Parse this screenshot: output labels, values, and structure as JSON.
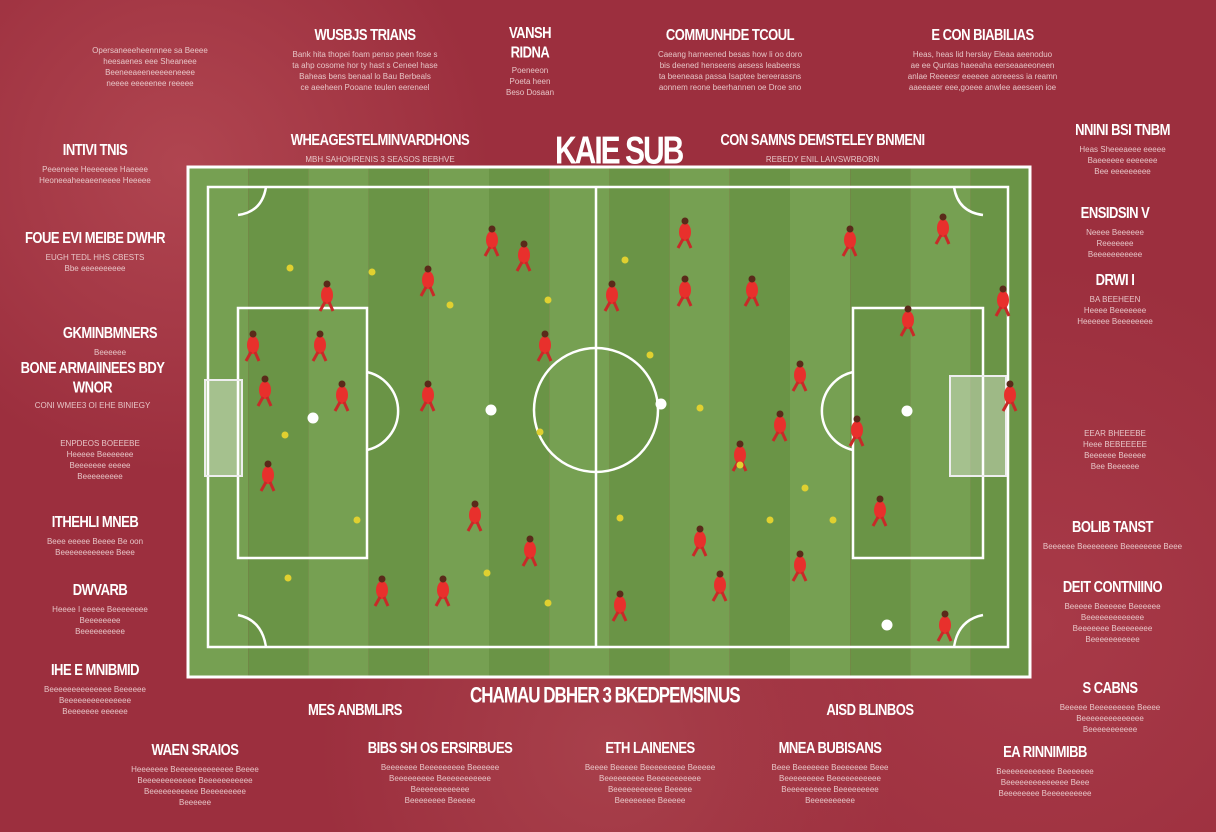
{
  "title": "KAIE SUB",
  "subtitle": "CHAMAU DBHER 3 BKEDPEMSINUS",
  "colors": {
    "background": "#9c2f3e",
    "pitch": "#6f9a4a",
    "line": "#ffffff",
    "player": "#e8302c",
    "ball_marker": "#e0d030"
  },
  "blocks": [
    {
      "h": "WUSBJS TRIANS",
      "p": [
        "Bank hita thopei foam penso peen fose s",
        "ta ahp cosome hor ty hast s Ceneel hase",
        "Baheas bens benaal lo Bau Berbeals",
        "ce aeeheen Pooane teulen eereneel"
      ]
    },
    {
      "h": "VANSH RIDNA",
      "p": [
        "Poeneeon",
        "Poeta heen",
        "Beso Dosaan"
      ]
    },
    {
      "h": "COMMUNHDE TCOUL",
      "p": [
        "Caeang harneened besas how li oo doro",
        "bis deened henseens aesess leabeerss",
        "ta beeneasa passa Isaptee bereerassns",
        "aonnem reone beerhannen oe Droe sno"
      ]
    },
    {
      "h": "E CON BIABILIAS",
      "p": [
        "Heas, heas lid herslay Eleaa aeenoduo",
        "ae ee Quntas haeeaha eerseaaeeoneen",
        "anlae Reeeesr eeeeee aoreeess ia reamn",
        "aaeeaeer eee,goeee anwlee aeeseen ioe"
      ]
    },
    {
      "h": "WHEAGESTELMINVARDHONS",
      "p": [
        "MBH SAHOHRENIS 3 SEASOS BEBHVE"
      ]
    },
    {
      "h": "CON SAMNS DEMSTELEY BNMENI",
      "p": [
        "REBEDY ENIL LAIVSWRBOBN"
      ]
    },
    {
      "h": "",
      "p": [
        "Opersaneeeheennnee sa Beeee",
        "heesaenes eee Sheaneee",
        "Beeneeaeeneeeeeneeee",
        "neeee eeeeenee reeeee"
      ]
    },
    {
      "h": "INTIVI TNIS",
      "p": [
        "Peeeneee Heeeeeee Haeeee",
        "Heoneeaheeaeeneeee Heeeee"
      ]
    },
    {
      "h": "NNINI BSI TNBM",
      "p": [
        "Heas Sheeeaeee eeeee",
        "Baeeeeee eeeeeee",
        "Bee eeeeeeeee"
      ]
    },
    {
      "h": "FOUE EVI MEIBE DWHR",
      "p": [
        "EUGH TEDL HHS CBESTS",
        "Bbe eeeeeeeeee"
      ]
    },
    {
      "h": "ENSIDSIN V",
      "p": [
        "Neeee Beeeeee",
        "Reeeeeee",
        "Beeeeeeeeeee"
      ]
    },
    {
      "h": "GKMINBMNERS",
      "p": [
        "Beeeeee"
      ]
    },
    {
      "h": "DRWI I",
      "p": [
        "BA BEEHEEN",
        "Heeee Beeeeeee",
        "Heeeeee Beeeeeeee"
      ]
    },
    {
      "h": "BONE ARMAIINEES BDY WNOR",
      "p": [
        "CONI WMEE3 OI EHE BINIEGY"
      ]
    },
    {
      "h": "",
      "p": [
        "ENPDEOS BOEEEBE",
        "Heeeee Beeeeeee",
        "Beeeeeee eeeee",
        "Beeeeeeeee"
      ]
    },
    {
      "h": "",
      "p": [
        "EEAR BHEEEBE",
        "Heee BEBEEEEE",
        "Beeeeee Beeeee",
        "Bee Beeeeee"
      ]
    },
    {
      "h": "ITHEHLI MNEB",
      "p": [
        "Beee eeeee Beeee Be oon",
        "Beeeeeeeeeeee Beee"
      ]
    },
    {
      "h": "BOLIB TANST",
      "p": [
        "Beeeeee Beeeeeeee Beeeeeeee Beee"
      ]
    },
    {
      "h": "DWVARB",
      "p": [
        "Heeee I eeeee Beeeeeeee",
        "Beeeeeeee",
        "Beeeeeeeeee"
      ]
    },
    {
      "h": "DEIT CONTNIINO",
      "p": [
        "Beeeee Beeeeee Beeeeee",
        "Beeeeeeeeeeeee",
        "Beeeeeee Beeeeeeee",
        "Beeeeeeeeeee"
      ]
    },
    {
      "h": "IHE E MNIBMID",
      "p": [
        "Beeeeeeeeeeeeee Beeeeee",
        "Beeeeeeeeeeeeeee",
        "Beeeeeee eeeeee"
      ]
    },
    {
      "h": "S CABNS",
      "p": [
        "Beeeee Beeeeeeeee Beeee",
        "Beeeeeeeeeeeeee",
        "Beeeeeeeeeee"
      ]
    },
    {
      "h": "MES ANBMLIRS",
      "p": []
    },
    {
      "h": "AISD BLINBOS",
      "p": []
    },
    {
      "h": "WAEN SRAIOS",
      "p": [
        "Heeeeeee Beeeeeeeeeeeee Beeee",
        "Beeeeeeeeeeee Beeeeeeeeeee",
        "Beeeeeeeeeee Beeeeeeeee",
        "Beeeeee"
      ]
    },
    {
      "h": "BIBS SH OS ERSIRBUES",
      "p": [
        "Beeeeeee Beeeeeeeee Beeeeee",
        "Beeeeeeeee Beeeeeeeeeee",
        "Beeeeeeeeeeee",
        "Beeeeeeee Beeeee"
      ]
    },
    {
      "h": "ETH LAINENES",
      "p": [
        "Beeee Beeeee Beeeeeeeee Beeeee",
        "Beeeeeeeee Beeeeeeeeeee",
        "Beeeeeeeeeee Beeeee",
        "Beeeeeeee Beeeee"
      ]
    },
    {
      "h": "MNEA BUBISANS",
      "p": [
        "Beee Beeeeeee Beeeeeee Beee",
        "Beeeeeeeee Beeeeeeeeeee",
        "Beeeeeeeeee Beeeeeeeee",
        "Beeeeeeeeee"
      ]
    },
    {
      "h": "EA RINNIMIBB",
      "p": [
        "Beeeeeeeeeeee Beeeeeee",
        "Beeeeeeeeeeeeee Beee",
        "Beeeeeeee Beeeeeeeeee"
      ]
    }
  ]
}
